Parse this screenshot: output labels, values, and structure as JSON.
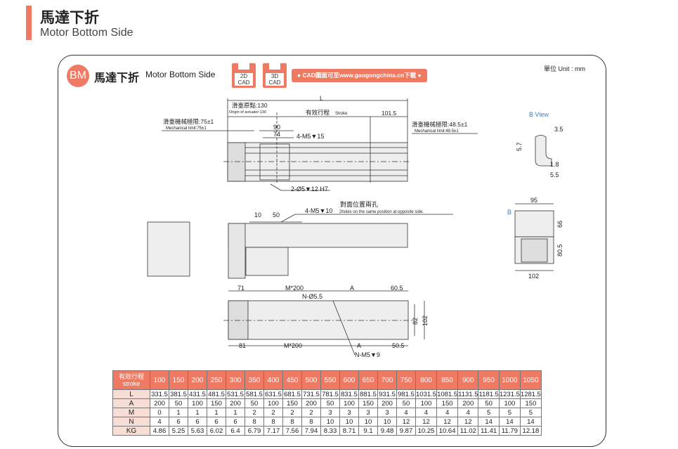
{
  "header": {
    "title": "馬達下折",
    "subtitle": "Motor Bottom Side"
  },
  "section": {
    "badge": "BM",
    "title": "馬達下折",
    "subtitle": "Motor Bottom Side",
    "cad2d": [
      "2D",
      "CAD"
    ],
    "cad3d": [
      "3D",
      "CAD"
    ],
    "cad_link": "● CAD圖面可至www.gaogongchina.cn下載 ●",
    "unit": "單位 Unit : mm"
  },
  "drawing": {
    "top": {
      "L": "L",
      "origin": "滑臺原點:130",
      "origin_en": "Origin of actuator:130",
      "stroke": "有效行程",
      "stroke_en": "Stroke",
      "d101": "101.5",
      "mech_l": "滑臺機械極限:75±1",
      "mech_l_en": "Mechanical limit:75±1",
      "mech_r": "滑臺機械極限:48.5±1",
      "mech_r_en": "Mechanical limit:48.5±1",
      "d90": "90",
      "d74": "74",
      "m5": "4-M5▼15",
      "pin": "2-Ø5▼12 H7"
    },
    "side": {
      "d10": "10",
      "d50": "50",
      "m5": "4-M5▼10",
      "note": "對面位置兩孔",
      "note_en": "2holes on the same position at opposite side."
    },
    "bottom": {
      "d71": "71",
      "m200a": "M*200",
      "a1": "A",
      "d605": "60.5",
      "n55": "N-Ø5.5",
      "d82": "82",
      "d102": "102",
      "d81": "81",
      "m200b": "M*200",
      "a2": "A",
      "d505": "50.5",
      "nm5": "N-M5▼9"
    },
    "bview": {
      "title": "B  View",
      "d35": "3.5",
      "d57": "5.7",
      "d18": "1.8",
      "d55": "5.5"
    },
    "end": {
      "d95": "95",
      "b": "B",
      "d66": "66",
      "d805": "80.5",
      "d102": "102"
    }
  },
  "table": {
    "header_cn": "有效行程",
    "header_en": "stroke",
    "strokes": [
      "100",
      "150",
      "200",
      "250",
      "300",
      "350",
      "400",
      "450",
      "500",
      "550",
      "600",
      "650",
      "700",
      "750",
      "800",
      "850",
      "900",
      "950",
      "1000",
      "1050"
    ],
    "rows": [
      {
        "label": "L",
        "values": [
          "331.5",
          "381.5",
          "431.5",
          "481.5",
          "531.5",
          "581.5",
          "631.5",
          "681.5",
          "731.5",
          "781.5",
          "831.5",
          "881.5",
          "931.5",
          "981.5",
          "1031.5",
          "1081.5",
          "1131.5",
          "1181.5",
          "1231.5",
          "1281.5"
        ]
      },
      {
        "label": "A",
        "values": [
          "200",
          "50",
          "100",
          "150",
          "200",
          "50",
          "100",
          "150",
          "200",
          "50",
          "100",
          "150",
          "200",
          "50",
          "100",
          "150",
          "200",
          "50",
          "100",
          "150"
        ]
      },
      {
        "label": "M",
        "values": [
          "0",
          "1",
          "1",
          "1",
          "1",
          "2",
          "2",
          "2",
          "2",
          "3",
          "3",
          "3",
          "3",
          "4",
          "4",
          "4",
          "4",
          "5",
          "5",
          "5"
        ]
      },
      {
        "label": "N",
        "values": [
          "4",
          "6",
          "6",
          "6",
          "6",
          "8",
          "8",
          "8",
          "8",
          "10",
          "10",
          "10",
          "10",
          "12",
          "12",
          "12",
          "12",
          "14",
          "14",
          "14"
        ]
      },
      {
        "label": "KG",
        "values": [
          "4.86",
          "5.25",
          "5.63",
          "6.02",
          "6.4",
          "6.79",
          "7.17",
          "7.56",
          "7.94",
          "8.33",
          "8.71",
          "9.1",
          "9.48",
          "9.87",
          "10.25",
          "10.64",
          "11.02",
          "11.41",
          "11.79",
          "12.18"
        ]
      }
    ]
  },
  "colors": {
    "accent": "#ef7a63",
    "row_label_bg": "#f6ddd6"
  }
}
